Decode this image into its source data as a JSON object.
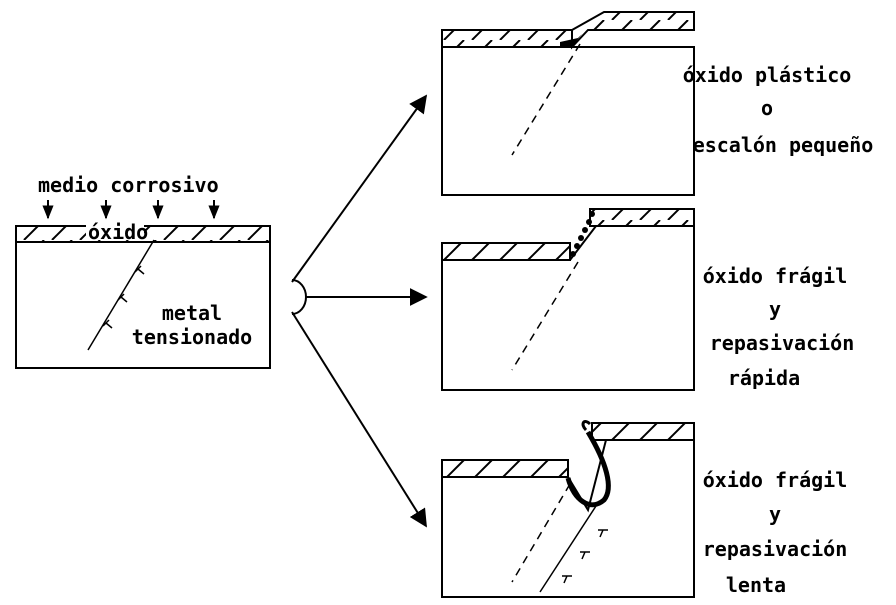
{
  "left_panel": {
    "medium_label": "medio corrosivo",
    "oxide_label": "óxido",
    "metal_label_line1": "metal",
    "metal_label_line2": "tensionado"
  },
  "case_top": {
    "line1": "óxido plástico",
    "line2": "o",
    "line3": "escalón pequeño"
  },
  "case_middle": {
    "line1": "óxido frágil",
    "line2": "y",
    "line3": "repasivación",
    "line4": "rápida"
  },
  "case_bottom": {
    "line1": "óxido frágil",
    "line2": "y",
    "line3": "repasivación",
    "line4": "lenta"
  }
}
